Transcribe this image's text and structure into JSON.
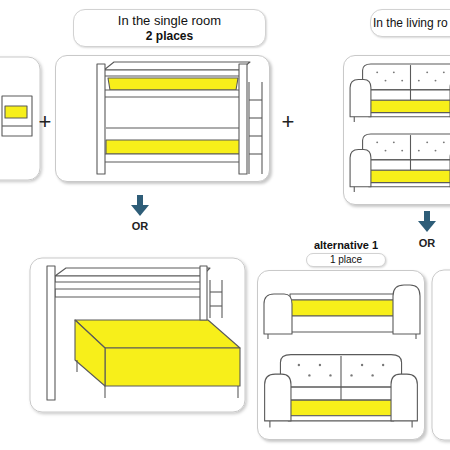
{
  "diagram": {
    "nodes": [
      {
        "text": [
          "In the single room",
          "2 places"
        ]
      },
      {
        "text": [
          "In the living ro"
        ]
      },
      {
        "text": [
          "alternative 1",
          "1 place"
        ]
      }
    ],
    "labels": [
      "+",
      "+",
      "OR",
      "OR"
    ]
  }
}
